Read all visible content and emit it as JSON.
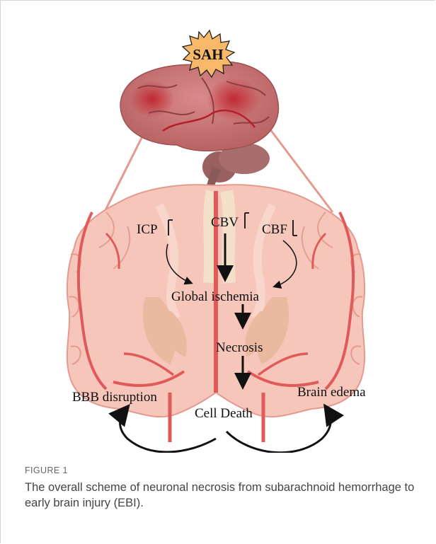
{
  "diagram": {
    "top_badge": "SAH",
    "labels": {
      "icp": "ICP",
      "cbv": "CBV",
      "cbf": "CBF",
      "global": "Global ischemia",
      "necrosis": "Necrosis",
      "bbb": "BBB disruption",
      "edema": "Brain edema",
      "death": "Cell Death"
    }
  },
  "caption": {
    "label": "FIGURE 1",
    "text": "The overall scheme of neuronal necrosis from subarachnoid hemorrhage to early brain injury (EBI)."
  },
  "colors": {
    "brain_tissue": "#f6c6ba",
    "brain_outline": "#e49a8f",
    "vessel": "#e05a5a",
    "basal": "#eab99f",
    "badge": "#f7b86a"
  }
}
